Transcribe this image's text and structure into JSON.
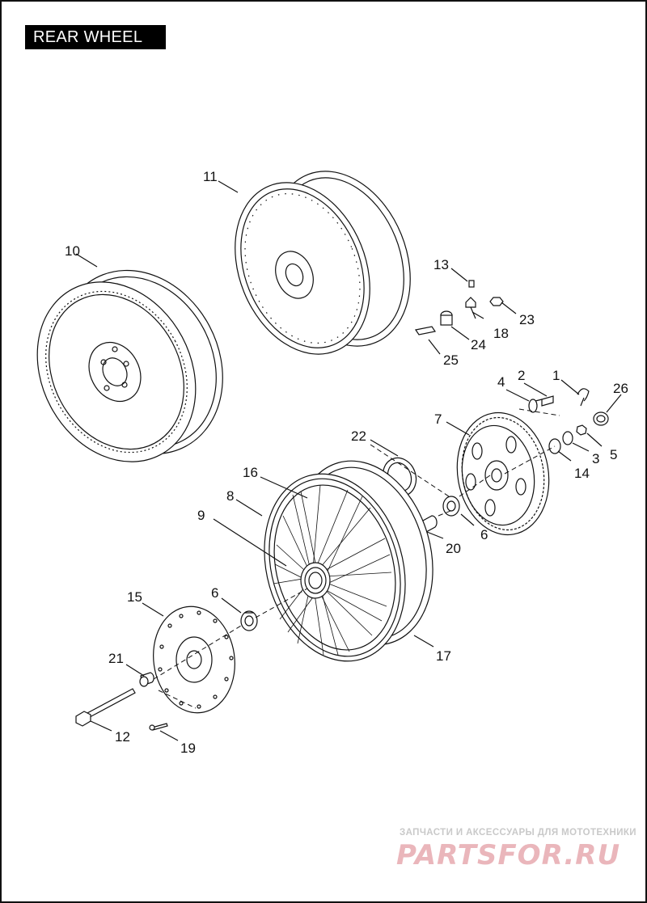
{
  "title": "REAR WHEEL",
  "callouts": {
    "c1": "1",
    "c2": "2",
    "c3": "3",
    "c4": "4",
    "c5": "5",
    "c6a": "6",
    "c6b": "6",
    "c7": "7",
    "c8": "8",
    "c9": "9",
    "c10": "10",
    "c11": "11",
    "c12": "12",
    "c13": "13",
    "c14": "14",
    "c15": "15",
    "c16": "16",
    "c17": "17",
    "c18": "18",
    "c19": "19",
    "c20": "20",
    "c21": "21",
    "c22": "22",
    "c23": "23",
    "c24": "24",
    "c25": "25",
    "c26": "26"
  },
  "watermark": {
    "subtitle": "ЗАПЧАСТИ И АКСЕССУАРЫ ДЛЯ МОТОТЕХНИКИ",
    "logo": "PARTSFOR.RU"
  }
}
